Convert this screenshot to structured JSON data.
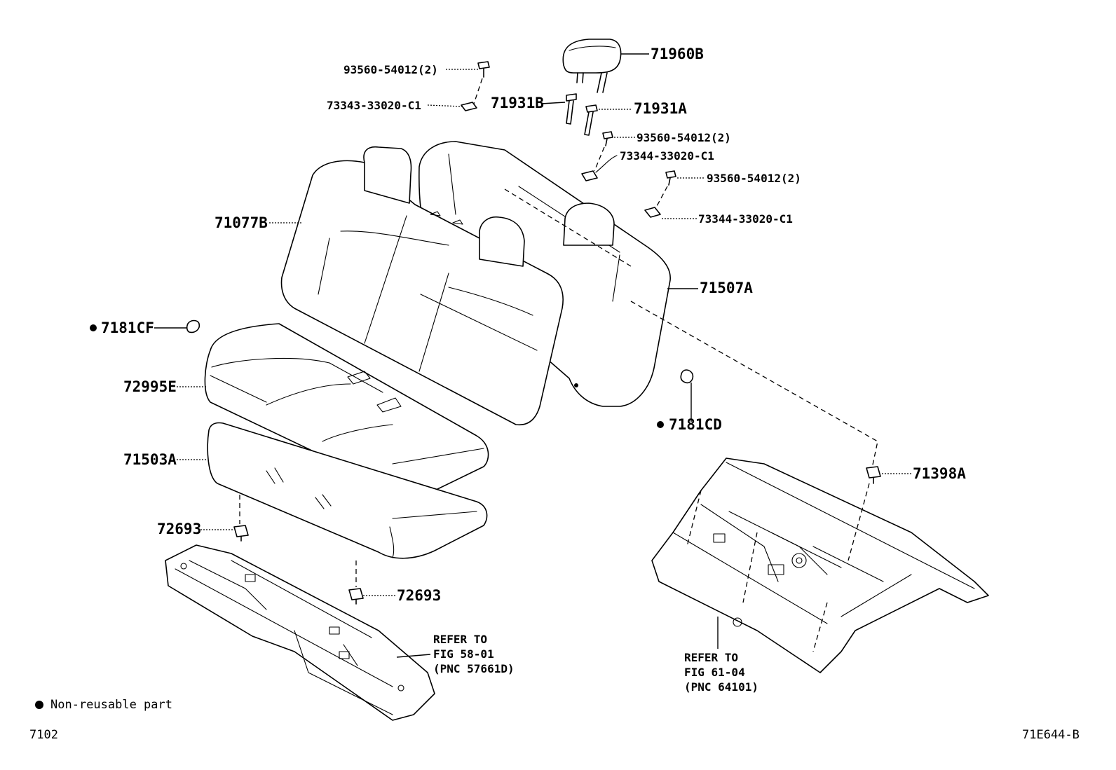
{
  "parts": {
    "p71960B": "71960B",
    "p93560_top": "93560-54012(2)",
    "p73343": "73343-33020-C1",
    "p71931B": "71931B",
    "p71931A": "71931A",
    "p93560_mid": "93560-54012(2)",
    "p73344_a": "73344-33020-C1",
    "p93560_low": "93560-54012(2)",
    "p73344_b": "73344-33020-C1",
    "p71077B": "71077B",
    "p71507A": "71507A",
    "p7181CF": "7181CF",
    "p72995E": "72995E",
    "p7181CD": "7181CD",
    "p71503A": "71503A",
    "p71398A": "71398A",
    "p72693_a": "72693",
    "p72693_b": "72693"
  },
  "refs": {
    "ref1_line1": "REFER TO",
    "ref1_line2": "FIG 58-01",
    "ref1_line3": "(PNC 57661D)",
    "ref2_line1": "REFER TO",
    "ref2_line2": "FIG 61-04",
    "ref2_line3": "(PNC 64101)"
  },
  "legend": {
    "text": "Non-reusable part"
  },
  "footer": {
    "page_code": "7102",
    "diagram_code": "71E644-B"
  }
}
